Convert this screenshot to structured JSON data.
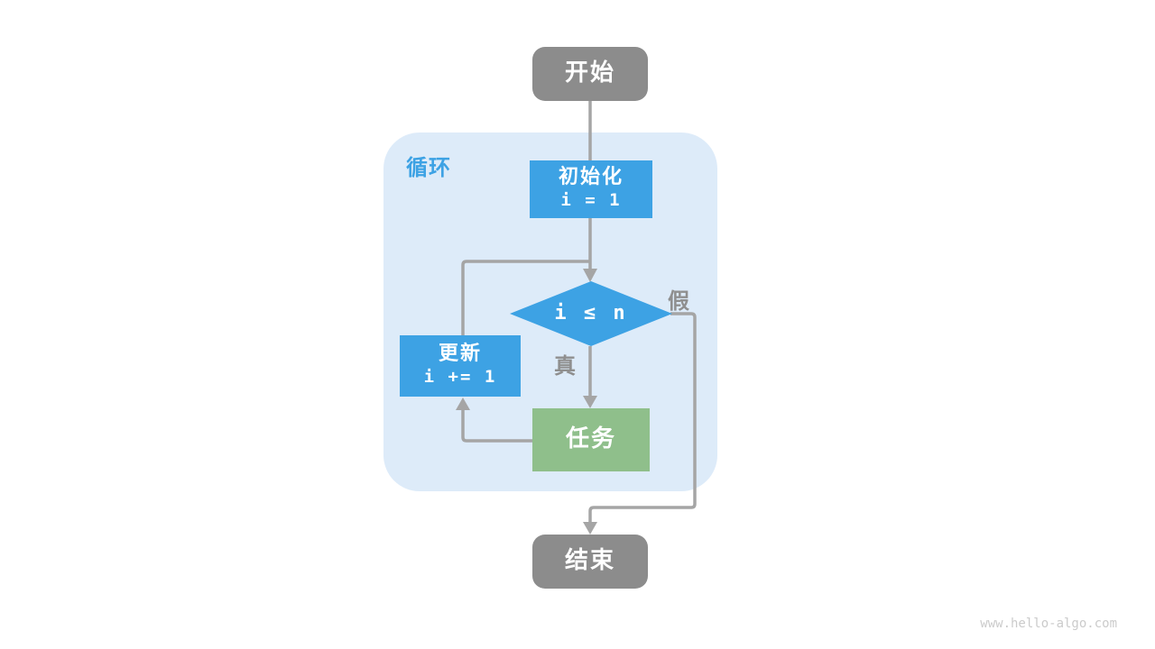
{
  "diagram": {
    "container_label": "循环",
    "nodes": {
      "start": {
        "label": "开始"
      },
      "init": {
        "label": "初始化",
        "code": "i = 1"
      },
      "condition": {
        "code": "i ≤ n"
      },
      "update": {
        "label": "更新",
        "code": "i += 1"
      },
      "task": {
        "label": "任务"
      },
      "end": {
        "label": "结束"
      }
    },
    "edge_labels": {
      "true": "真",
      "false": "假"
    },
    "colors": {
      "node_gray": "#8c8c8c",
      "node_blue": "#3da2e4",
      "node_green": "#8fbf8b",
      "container_bg": "#ddebf9",
      "loop_label": "#3da2e4",
      "line": "#a5a5a5",
      "edge_label": "#8f8f8f",
      "watermark": "#cbcbcb"
    }
  },
  "watermark": "www.hello-algo.com"
}
